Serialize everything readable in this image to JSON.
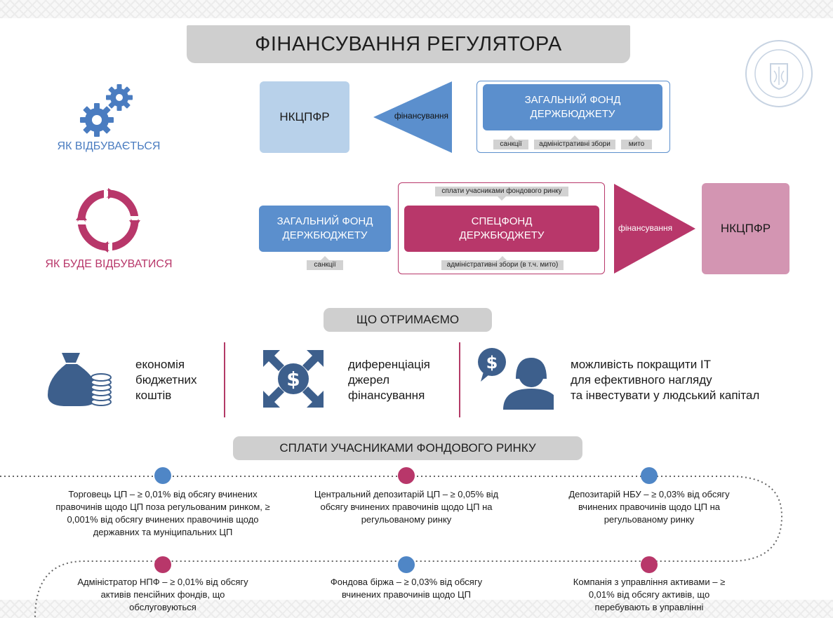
{
  "title": "ФІНАНСУВАННЯ РЕГУЛЯТОРА",
  "colors": {
    "blue": "#5b8fcd",
    "light_blue": "#b8d1ea",
    "magenta": "#b8376a",
    "pink": "#d395b2",
    "gray": "#cfcfcf",
    "icon_blue": "#3d5f8c"
  },
  "current": {
    "label": "ЯК ВІДБУВАЄТЬСЯ",
    "icon": "gears-icon",
    "regulator": "НКЦПФР",
    "arrow_label": "фінансування",
    "fund_line1": "ЗАГАЛЬНИЙ ФОНД",
    "fund_line2": "ДЕРЖБЮДЖЕТУ",
    "sources": [
      "санкції",
      "адміністративні збори",
      "мито"
    ]
  },
  "future": {
    "label": "ЯК БУДЕ ВІДБУВАТИСЯ",
    "icon": "cycle-arrows-icon",
    "general_line1": "ЗАГАЛЬНИЙ ФОНД",
    "general_line2": "ДЕРЖБЮДЖЕТУ",
    "general_tag": "санкції",
    "top_tag": "сплати учасниками фондового ринку",
    "special_line1": "СПЕЦФОНД",
    "special_line2": "ДЕРЖБЮДЖЕТУ",
    "bottom_tag": "адміністративні збори (в т.ч. мито)",
    "arrow_label": "фінансування",
    "regulator": "НКЦПФР"
  },
  "benefits": {
    "heading": "ЩО ОТРИМАЄМО",
    "items": [
      {
        "icon": "money-bag-icon",
        "lines": [
          "економія",
          "бюджетних",
          "коштів"
        ]
      },
      {
        "icon": "dollar-arrows-icon",
        "lines": [
          "диференціація",
          "джерел",
          "фінансування"
        ]
      },
      {
        "icon": "person-dollar-icon",
        "lines": [
          "можливість покращити IT",
          "для ефективного нагляду",
          "та інвестувати у людський капітал"
        ]
      }
    ]
  },
  "fees": {
    "heading": "СПЛАТИ УЧАСНИКАМИ ФОНДОВОГО РИНКУ",
    "row1": [
      {
        "lines": [
          "Торговець ЦП – ≥ 0,01% від обсягу вчинених",
          "правочинів щодо ЦП поза регульованим ринком, ≥",
          "0,001% від обсягу вчинених правочинів щодо",
          "державних та муніципальних ЦП"
        ]
      },
      {
        "lines": [
          "Центральний депозитарій ЦП – ≥ 0,05% від",
          "обсягу вчинених правочинів щодо ЦП на",
          "регульованому ринку"
        ]
      },
      {
        "lines": [
          "Депозитарій НБУ – ≥ 0,03% від обсягу",
          "вчинених правочинів щодо ЦП на",
          "регульованому ринку"
        ]
      }
    ],
    "row2": [
      {
        "lines": [
          "Адміністратор НПФ – ≥ 0,01% від обсягу",
          "активів пенсійних фондів, що",
          "обслуговуються"
        ]
      },
      {
        "lines": [
          "Фондова біржа – ≥ 0,03% від обсягу",
          "вчинених правочинів щодо ЦП"
        ]
      },
      {
        "lines": [
          "Компанія з управління активами – ≥",
          "0,01% від обсягу активів, що",
          "перебувають в управлінні"
        ]
      }
    ]
  }
}
